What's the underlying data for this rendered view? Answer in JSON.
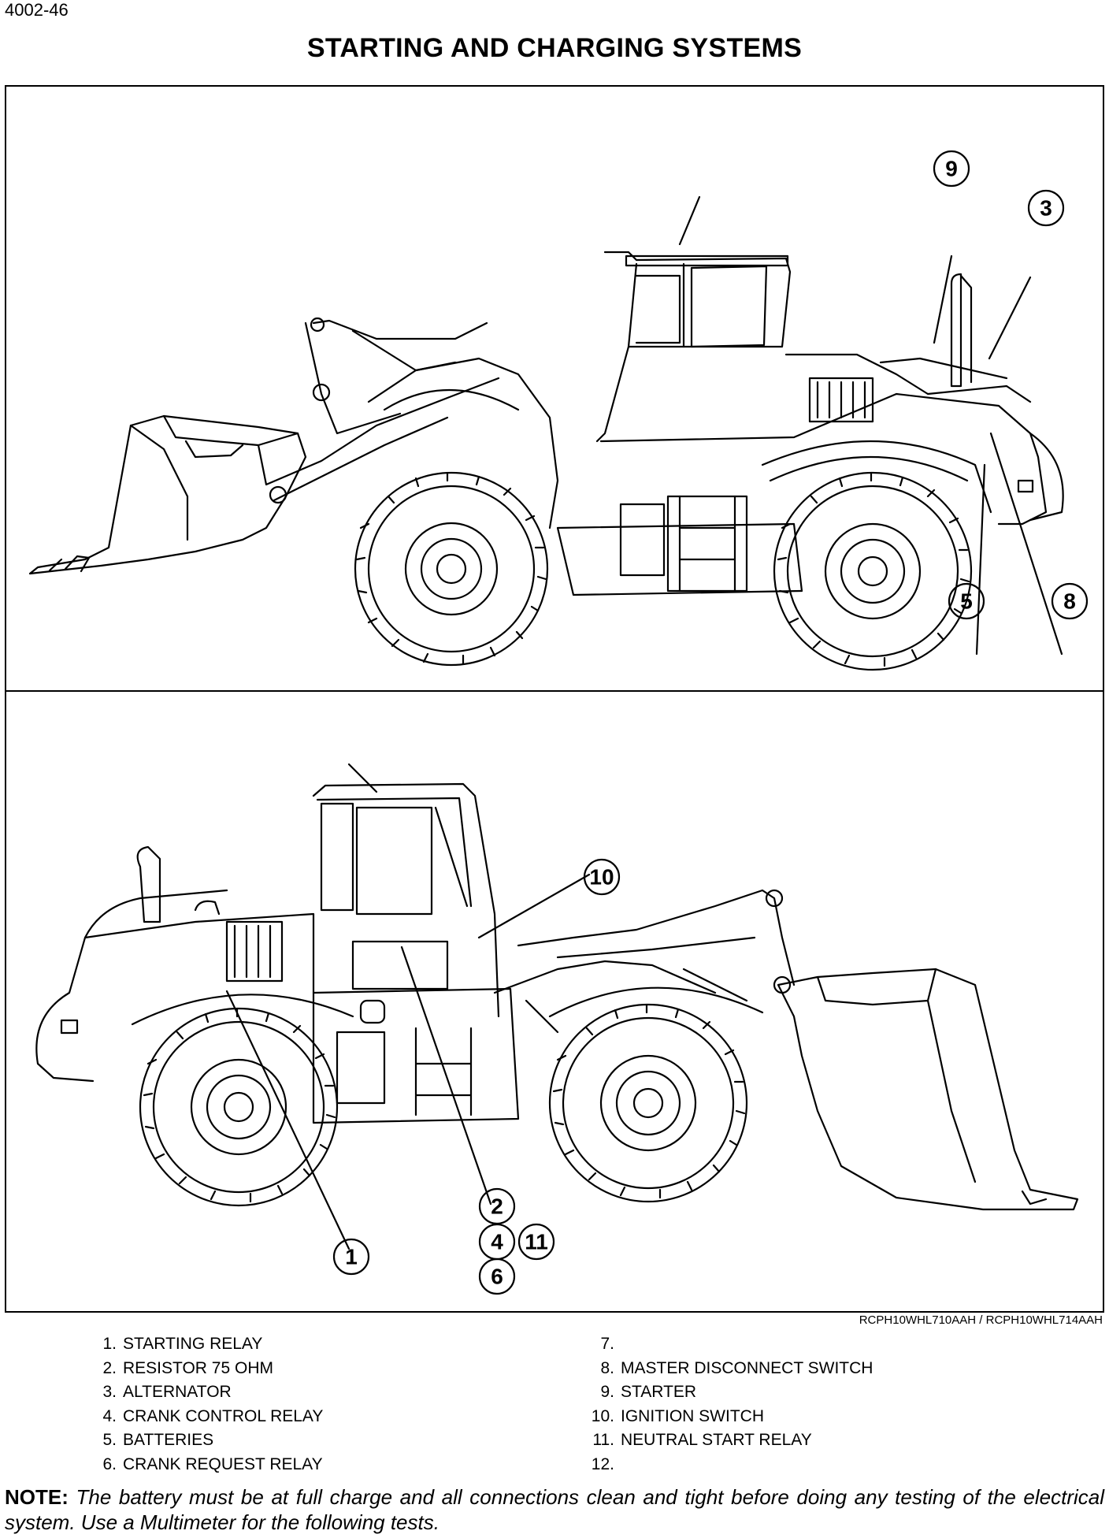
{
  "page_number": "4002-46",
  "title": "STARTING AND CHARGING SYSTEMS",
  "figure_reference": "RCPH10WHL710AAH / RCPH10WHL714AAH",
  "callouts_top": [
    "9",
    "3",
    "5",
    "8"
  ],
  "callouts_bottom": [
    "10",
    "1",
    "2",
    "4",
    "11",
    "6"
  ],
  "legend_left": [
    {
      "num": "1.",
      "text": "STARTING RELAY"
    },
    {
      "num": "2.",
      "text": "RESISTOR 75 OHM"
    },
    {
      "num": "3.",
      "text": "ALTERNATOR"
    },
    {
      "num": "4.",
      "text": "CRANK CONTROL RELAY"
    },
    {
      "num": "5.",
      "text": "BATTERIES"
    },
    {
      "num": "6.",
      "text": "CRANK REQUEST RELAY"
    }
  ],
  "legend_right": [
    {
      "num": "7.",
      "text": ""
    },
    {
      "num": "8.",
      "text": "MASTER DISCONNECT SWITCH"
    },
    {
      "num": "9.",
      "text": "STARTER"
    },
    {
      "num": "10.",
      "text": "IGNITION SWITCH"
    },
    {
      "num": "11.",
      "text": "NEUTRAL START RELAY"
    },
    {
      "num": "12.",
      "text": ""
    }
  ],
  "note": {
    "label": "NOTE:",
    "text": "The battery must be at full charge and all connections clean and tight before doing any testing of the electrical system. Use a Multimeter for the following tests."
  }
}
